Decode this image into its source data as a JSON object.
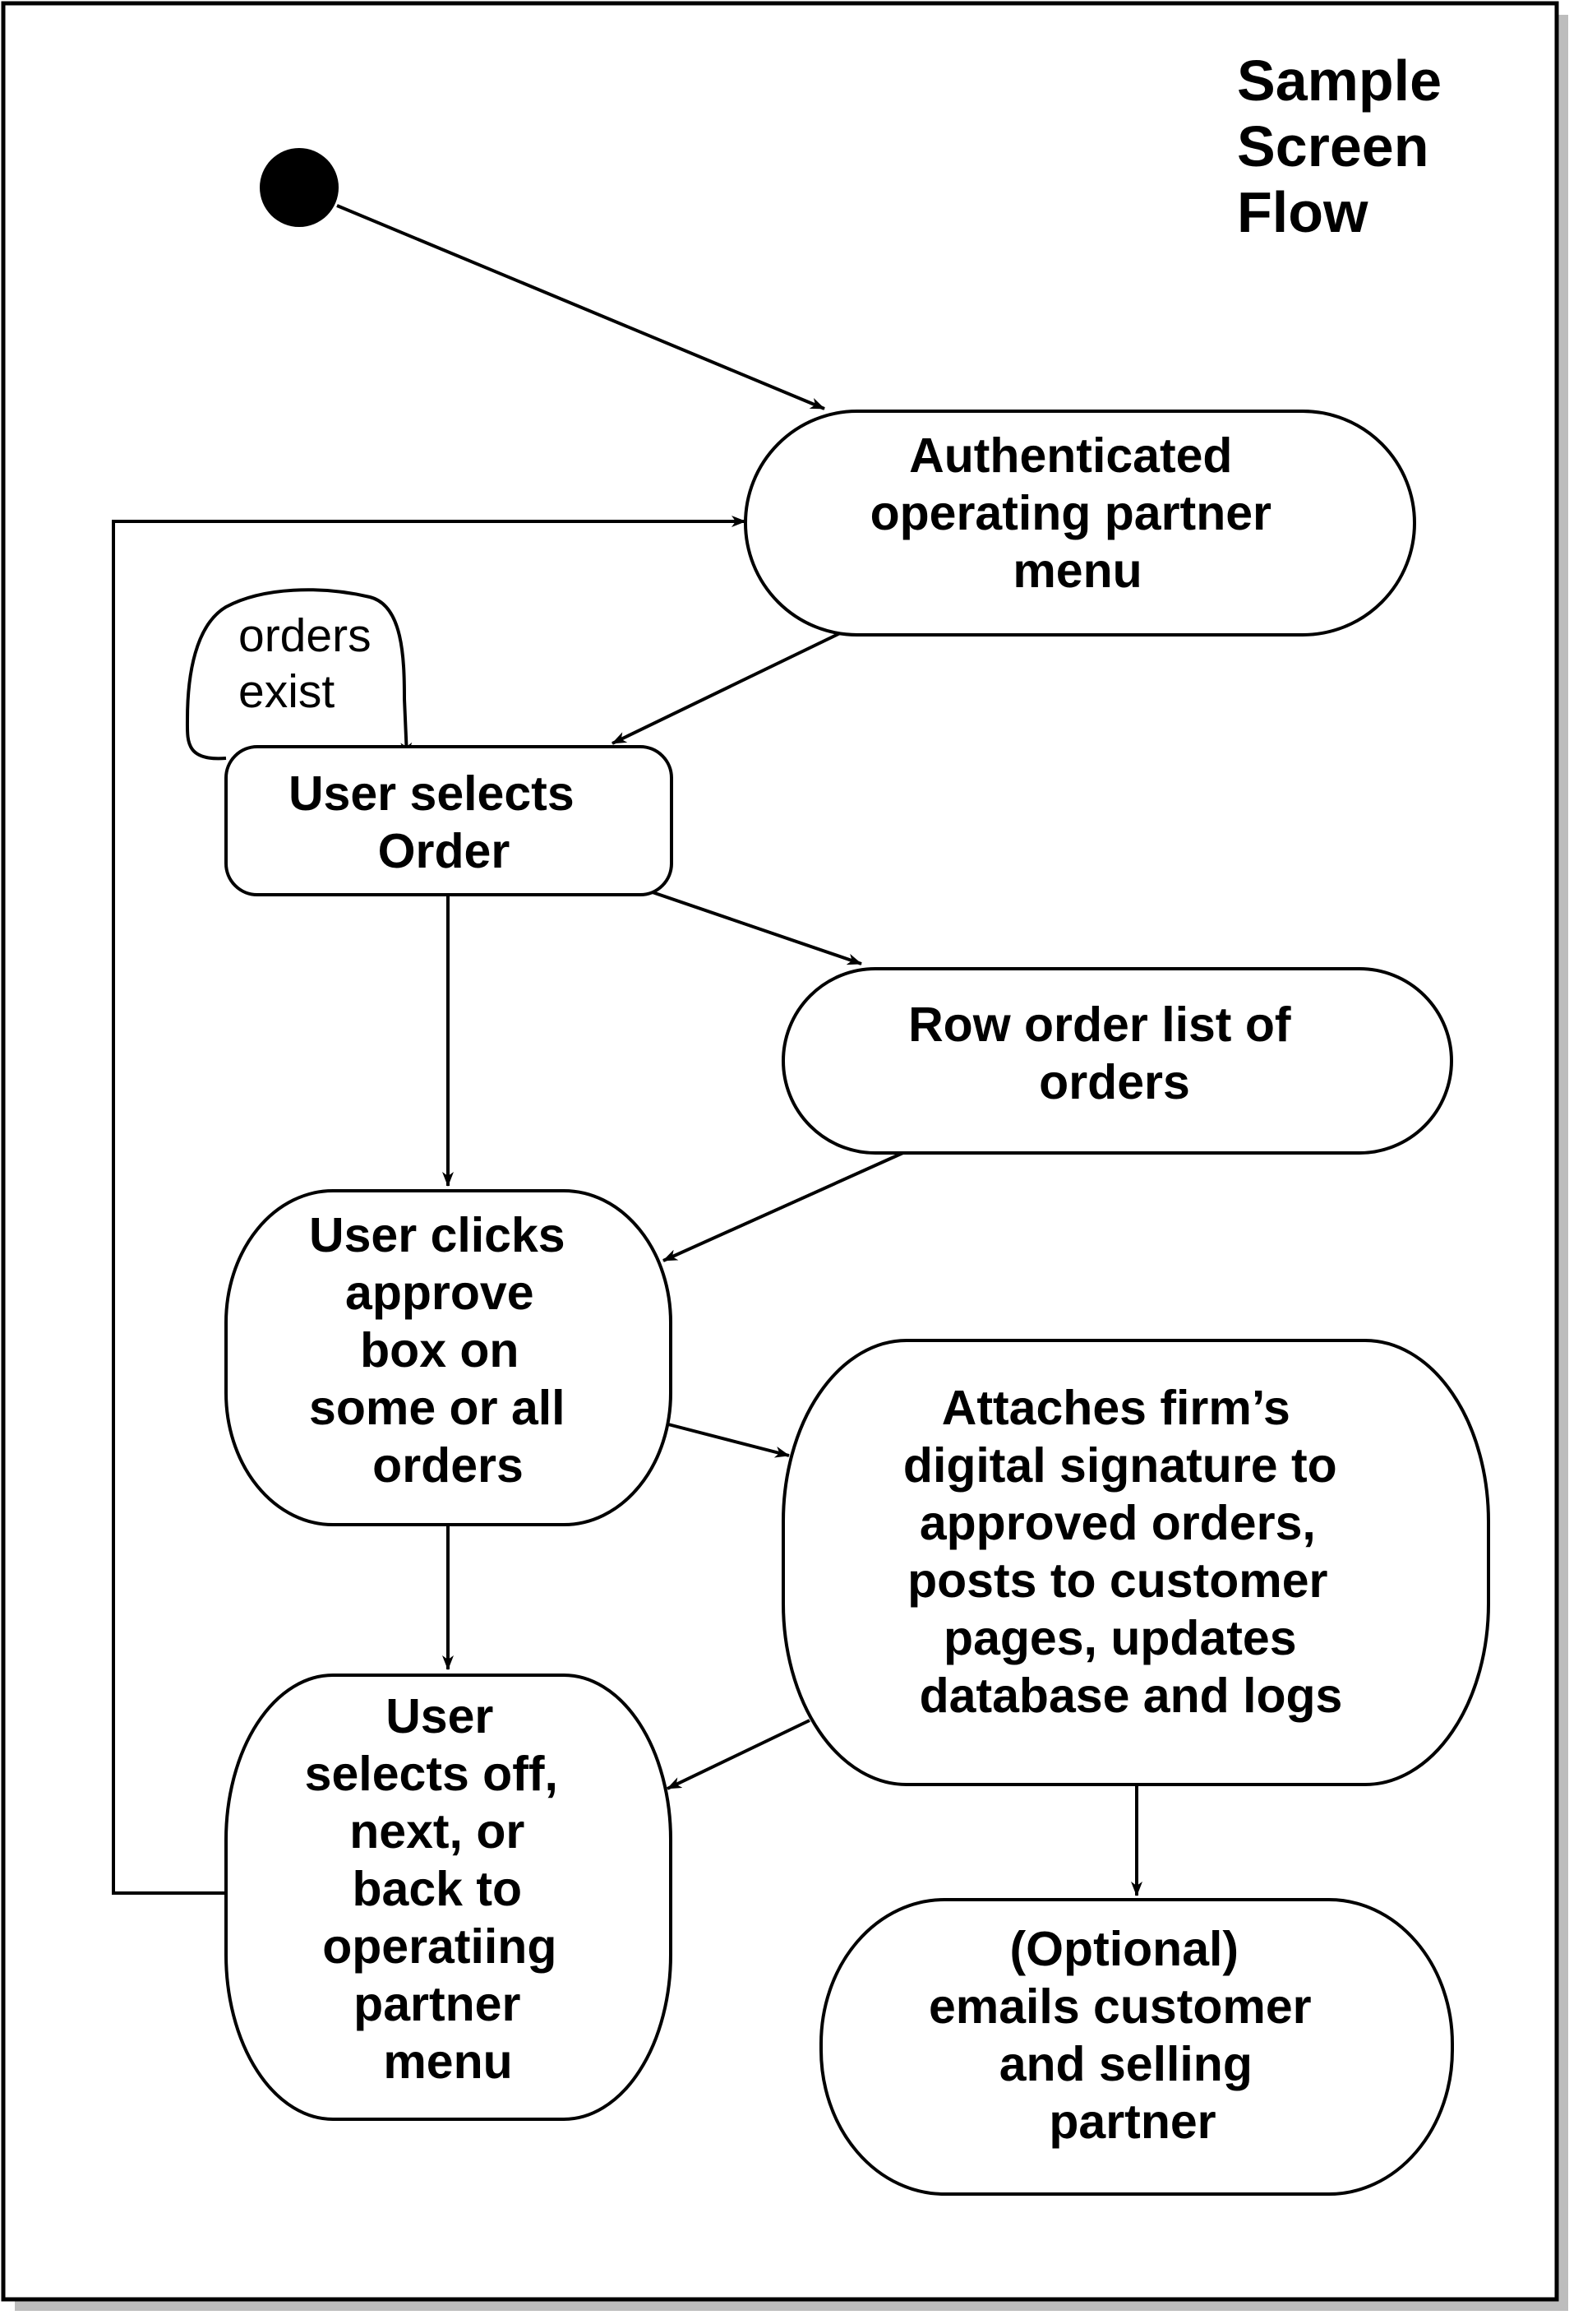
{
  "diagram": {
    "title_lines": [
      "Sample",
      "Screen",
      "Flow"
    ],
    "nodes": {
      "auth_menu": [
        "Authenticated",
        "operating partner",
        "menu"
      ],
      "select_order": [
        "User selects",
        "Order"
      ],
      "row_order_list": [
        "Row order list of",
        "orders"
      ],
      "approve_box": [
        "User clicks",
        "approve",
        "box on",
        "some or all",
        "orders"
      ],
      "attach_signature": [
        "Attaches firm’s",
        "digital signature to",
        "approved orders,",
        "posts to customer",
        "pages, updates",
        "database and logs"
      ],
      "user_selects_nav": [
        "User",
        "selects off,",
        "next, or",
        "back to",
        "operatiing",
        "partner",
        "menu"
      ],
      "email_optional": [
        "(Optional)",
        "emails customer",
        "and selling",
        "partner"
      ]
    },
    "guard": [
      "orders",
      "exist"
    ]
  }
}
